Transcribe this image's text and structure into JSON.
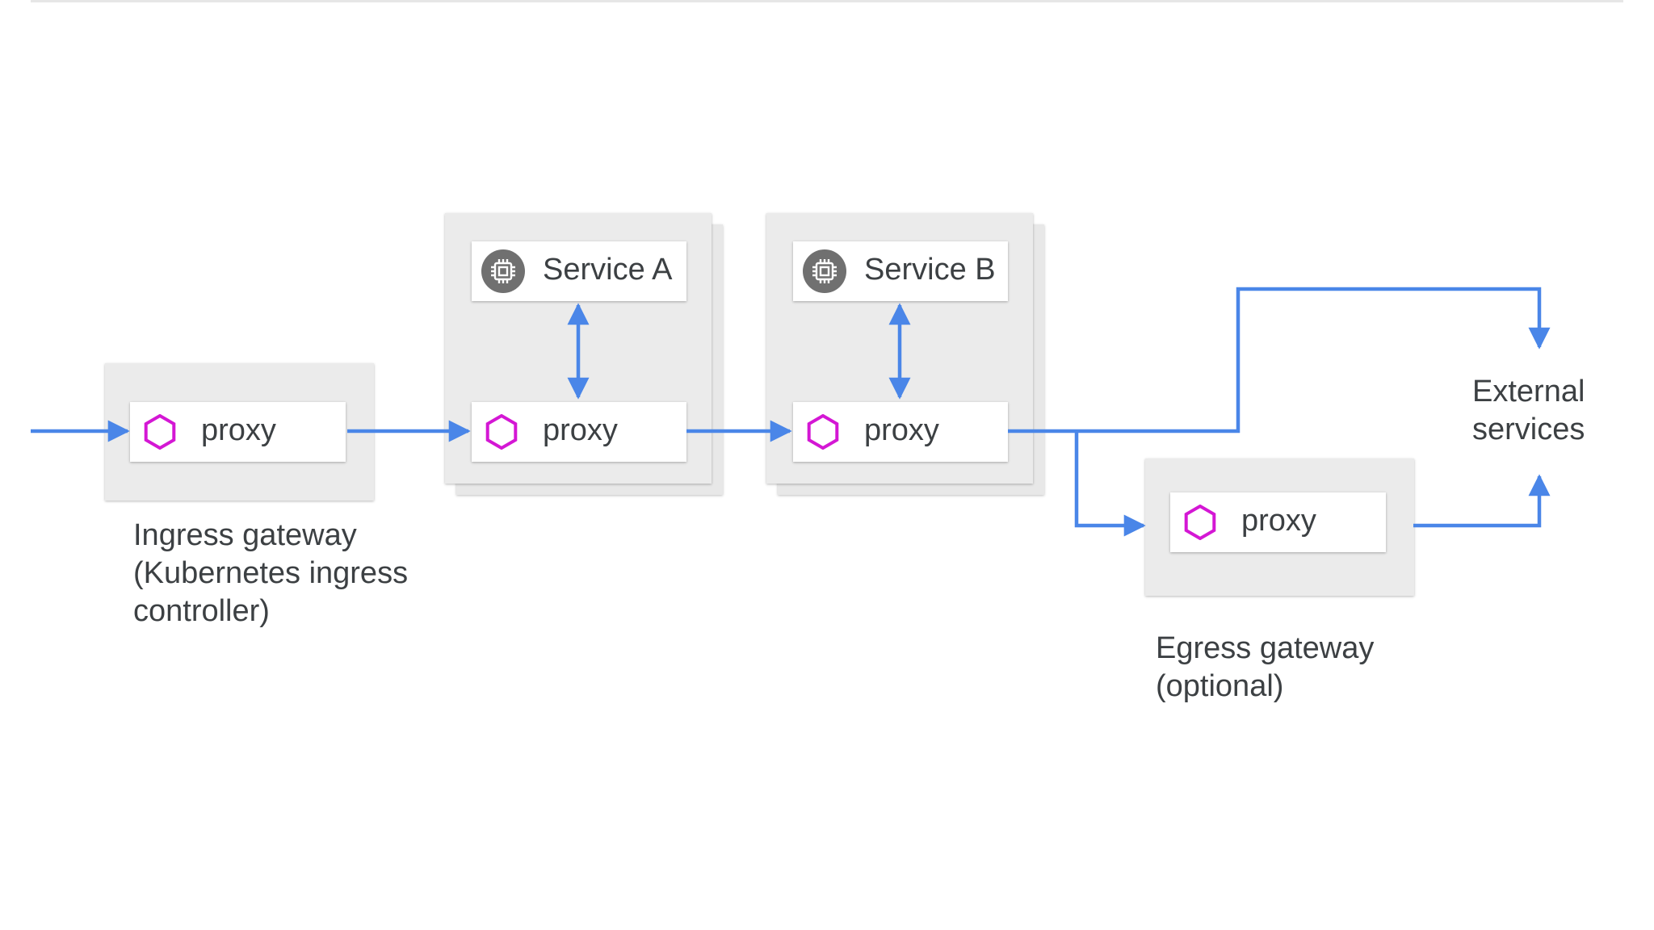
{
  "colors": {
    "arrow": "#4a86e8",
    "proxy_hex": "#d417d4",
    "chip_icon": "#707070",
    "box_bg": "#ebebeb",
    "card_bg": "#ffffff",
    "text": "#3c4043"
  },
  "icons": {
    "proxy": "hexagon-icon",
    "service": "chip-icon"
  },
  "ingress": {
    "proxy_label": "proxy",
    "caption": [
      "Ingress gateway",
      "(Kubernetes ingress",
      "controller)"
    ]
  },
  "service_a": {
    "name": "Service A",
    "proxy_label": "proxy"
  },
  "service_b": {
    "name": "Service B",
    "proxy_label": "proxy"
  },
  "egress": {
    "proxy_label": "proxy",
    "caption": [
      "Egress gateway",
      "(optional)"
    ]
  },
  "external": {
    "label": [
      "External",
      "services"
    ]
  }
}
